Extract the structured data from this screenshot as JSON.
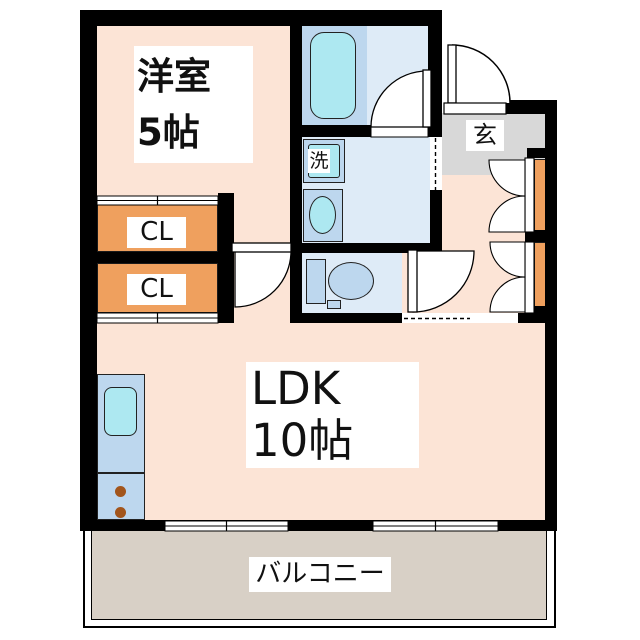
{
  "rooms": {
    "western_room": {
      "line1": "洋室",
      "line2": "5帖"
    },
    "ldk": {
      "line1": "LDK",
      "line2": "10帖"
    },
    "closet_upper": {
      "label": "CL"
    },
    "closet_lower": {
      "label": "CL"
    },
    "laundry": {
      "label": "洗"
    },
    "entrance": {
      "label": "玄"
    },
    "balcony": {
      "label": "バルコニー"
    }
  },
  "colors": {
    "wall": "#000000",
    "room_peach": "#FCE4D6",
    "closet_orange": "#EFA05E",
    "wet_floor_light": "#DEEBF7",
    "fixture_blue": "#BDD7EE",
    "fixture_cyan": "#ADE8F1",
    "entrance_gray": "#D8D8D8",
    "balcony_tan": "#D8D0C6",
    "burner_brown": "#A2551B"
  }
}
